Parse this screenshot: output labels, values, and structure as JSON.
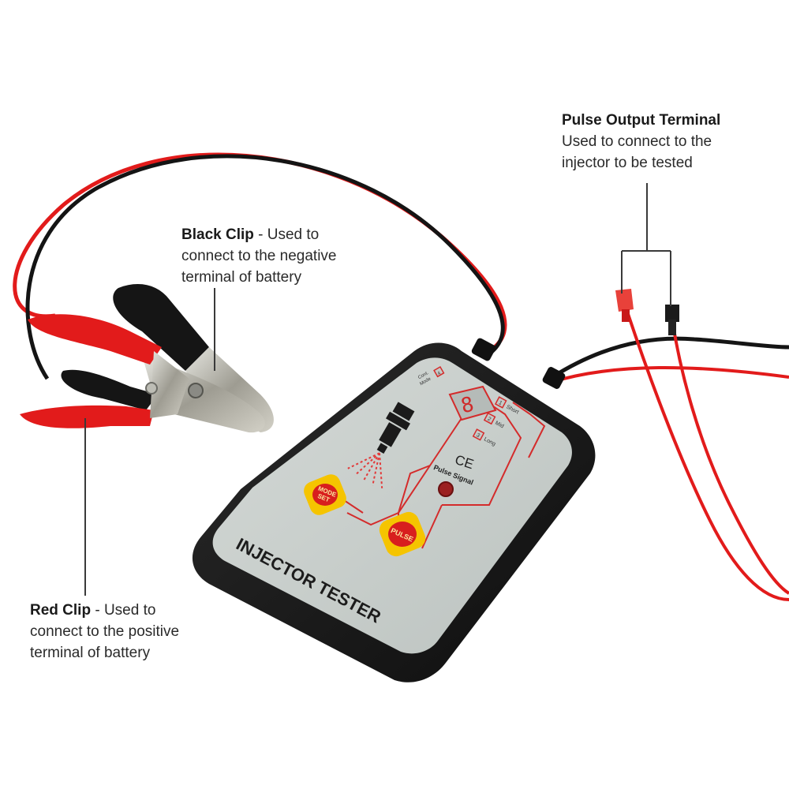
{
  "callouts": {
    "pulse_output": {
      "title": "Pulse Output Terminal",
      "line1": "Used to connect to the",
      "line2": "injector to be tested"
    },
    "black_clip": {
      "title": "Black Clip",
      "sep": " - Used to",
      "line2": "connect to the negative",
      "line3": "terminal of battery"
    },
    "red_clip": {
      "title": "Red Clip",
      "sep": " - Used to",
      "line2": "connect to the positive",
      "line3": "terminal of battery"
    }
  },
  "device": {
    "brand_label": "INJECTOR TESTER",
    "mode_button_line1": "MODE",
    "mode_button_line2": "SET",
    "pulse_button": "PULSE",
    "pulse_signal_label": "Pulse Signal",
    "ce_mark": "CE",
    "cont_mode_line1": "Cont.",
    "cont_mode_line2": "Mode",
    "short_label": "Short",
    "mid_label": "Mid",
    "long_label": "Long",
    "indicator_1": "1",
    "indicator_2": "2",
    "indicator_3": "3",
    "indicator_4": "4",
    "display_digit": "8"
  },
  "colors": {
    "wire_red": "#e21b1b",
    "wire_black": "#151515",
    "device_body": "#1d1d1d",
    "device_panel": "#c9cfcc",
    "button_yellow": "#f5c400",
    "button_red": "#d81e1e"
  },
  "icons": {
    "injector": "injector-spray-icon"
  }
}
